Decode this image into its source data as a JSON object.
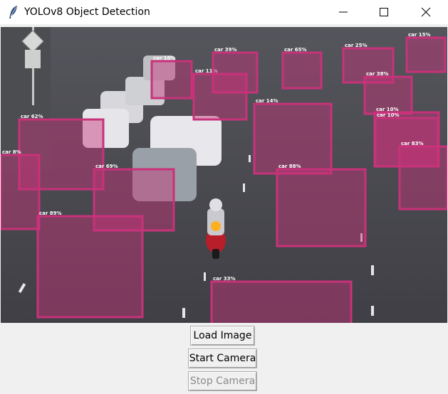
{
  "window": {
    "title": "YOLOv8 Object Detection",
    "controls": [
      "minimize",
      "maximize",
      "close"
    ]
  },
  "icons": {
    "app": "feather-icon",
    "minimize": "minimize-icon",
    "maximize": "maximize-icon",
    "close": "close-icon"
  },
  "colors": {
    "box_stroke": "#c8327a",
    "box_fill": "#c8327a",
    "background": "#f0f0f0"
  },
  "detections": [
    {
      "label": "car 62%"
    },
    {
      "label": "car 10%"
    },
    {
      "label": "car 11%"
    },
    {
      "label": "car 39%"
    },
    {
      "label": "car 65%"
    },
    {
      "label": "car 25%"
    },
    {
      "label": "car 15%"
    },
    {
      "label": "car 38%"
    },
    {
      "label": "car 14%"
    },
    {
      "label": "car 10%"
    },
    {
      "label": "car 10%"
    },
    {
      "label": "car 83%"
    },
    {
      "label": "car 8%"
    },
    {
      "label": "car 69%"
    },
    {
      "label": "car 88%"
    },
    {
      "label": "car 89%"
    },
    {
      "label": "car 33%"
    }
  ],
  "buttons": {
    "load_image": "Load Image",
    "start_camera": "Start Camera",
    "stop_camera": "Stop Camera"
  }
}
